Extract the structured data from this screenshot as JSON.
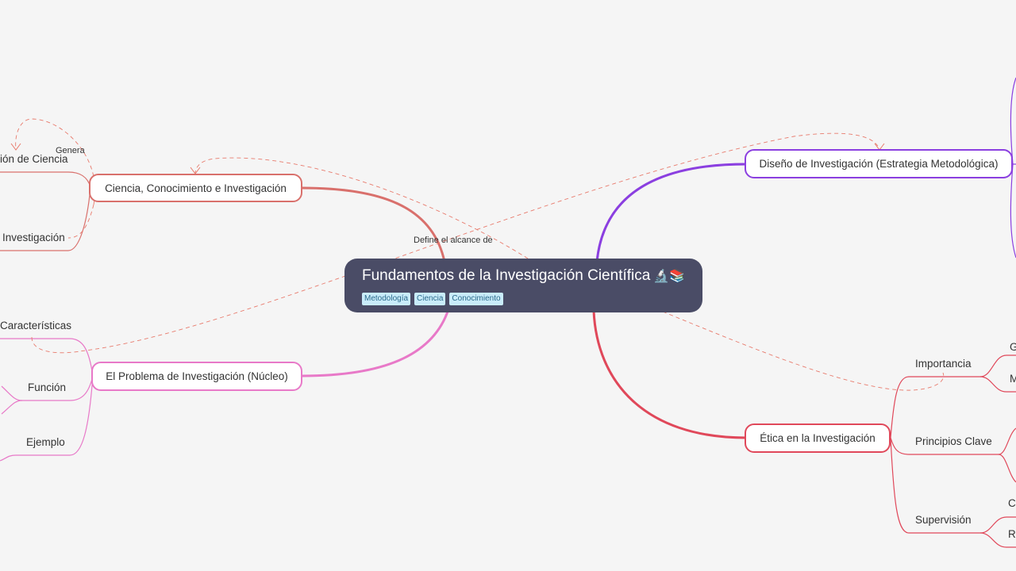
{
  "root": {
    "title": "Fundamentos de la Investigación Científica",
    "emoji": "🔬📚",
    "tags": [
      "Metodología",
      "Ciencia",
      "Conocimiento"
    ]
  },
  "colors": {
    "root_bg": "#4a4c66",
    "branch_ciencia": "#d9706c",
    "branch_problema": "#e879c8",
    "branch_diseno": "#8b3fe0",
    "branch_etica": "#e0485a",
    "tag_bg": "#c9ecfa"
  },
  "branches": {
    "ciencia": {
      "label": "Ciencia, Conocimiento e Investigación",
      "children": [
        "ión de Ciencia",
        "Investigación"
      ]
    },
    "problema": {
      "label": "El Problema de Investigación (Núcleo)",
      "children": [
        "Características",
        "Función",
        "Ejemplo"
      ]
    },
    "diseno": {
      "label": "Diseño de Investigación (Estrategia Metodológica)"
    },
    "etica": {
      "label": "Ética en la Investigación",
      "children": [
        "Importancia",
        "Principios Clave",
        "Supervisión"
      ],
      "grandchildren": [
        "G",
        "M",
        "C",
        "R"
      ]
    }
  },
  "relations": {
    "genera": "Genera",
    "define": "Define el alcance de"
  }
}
